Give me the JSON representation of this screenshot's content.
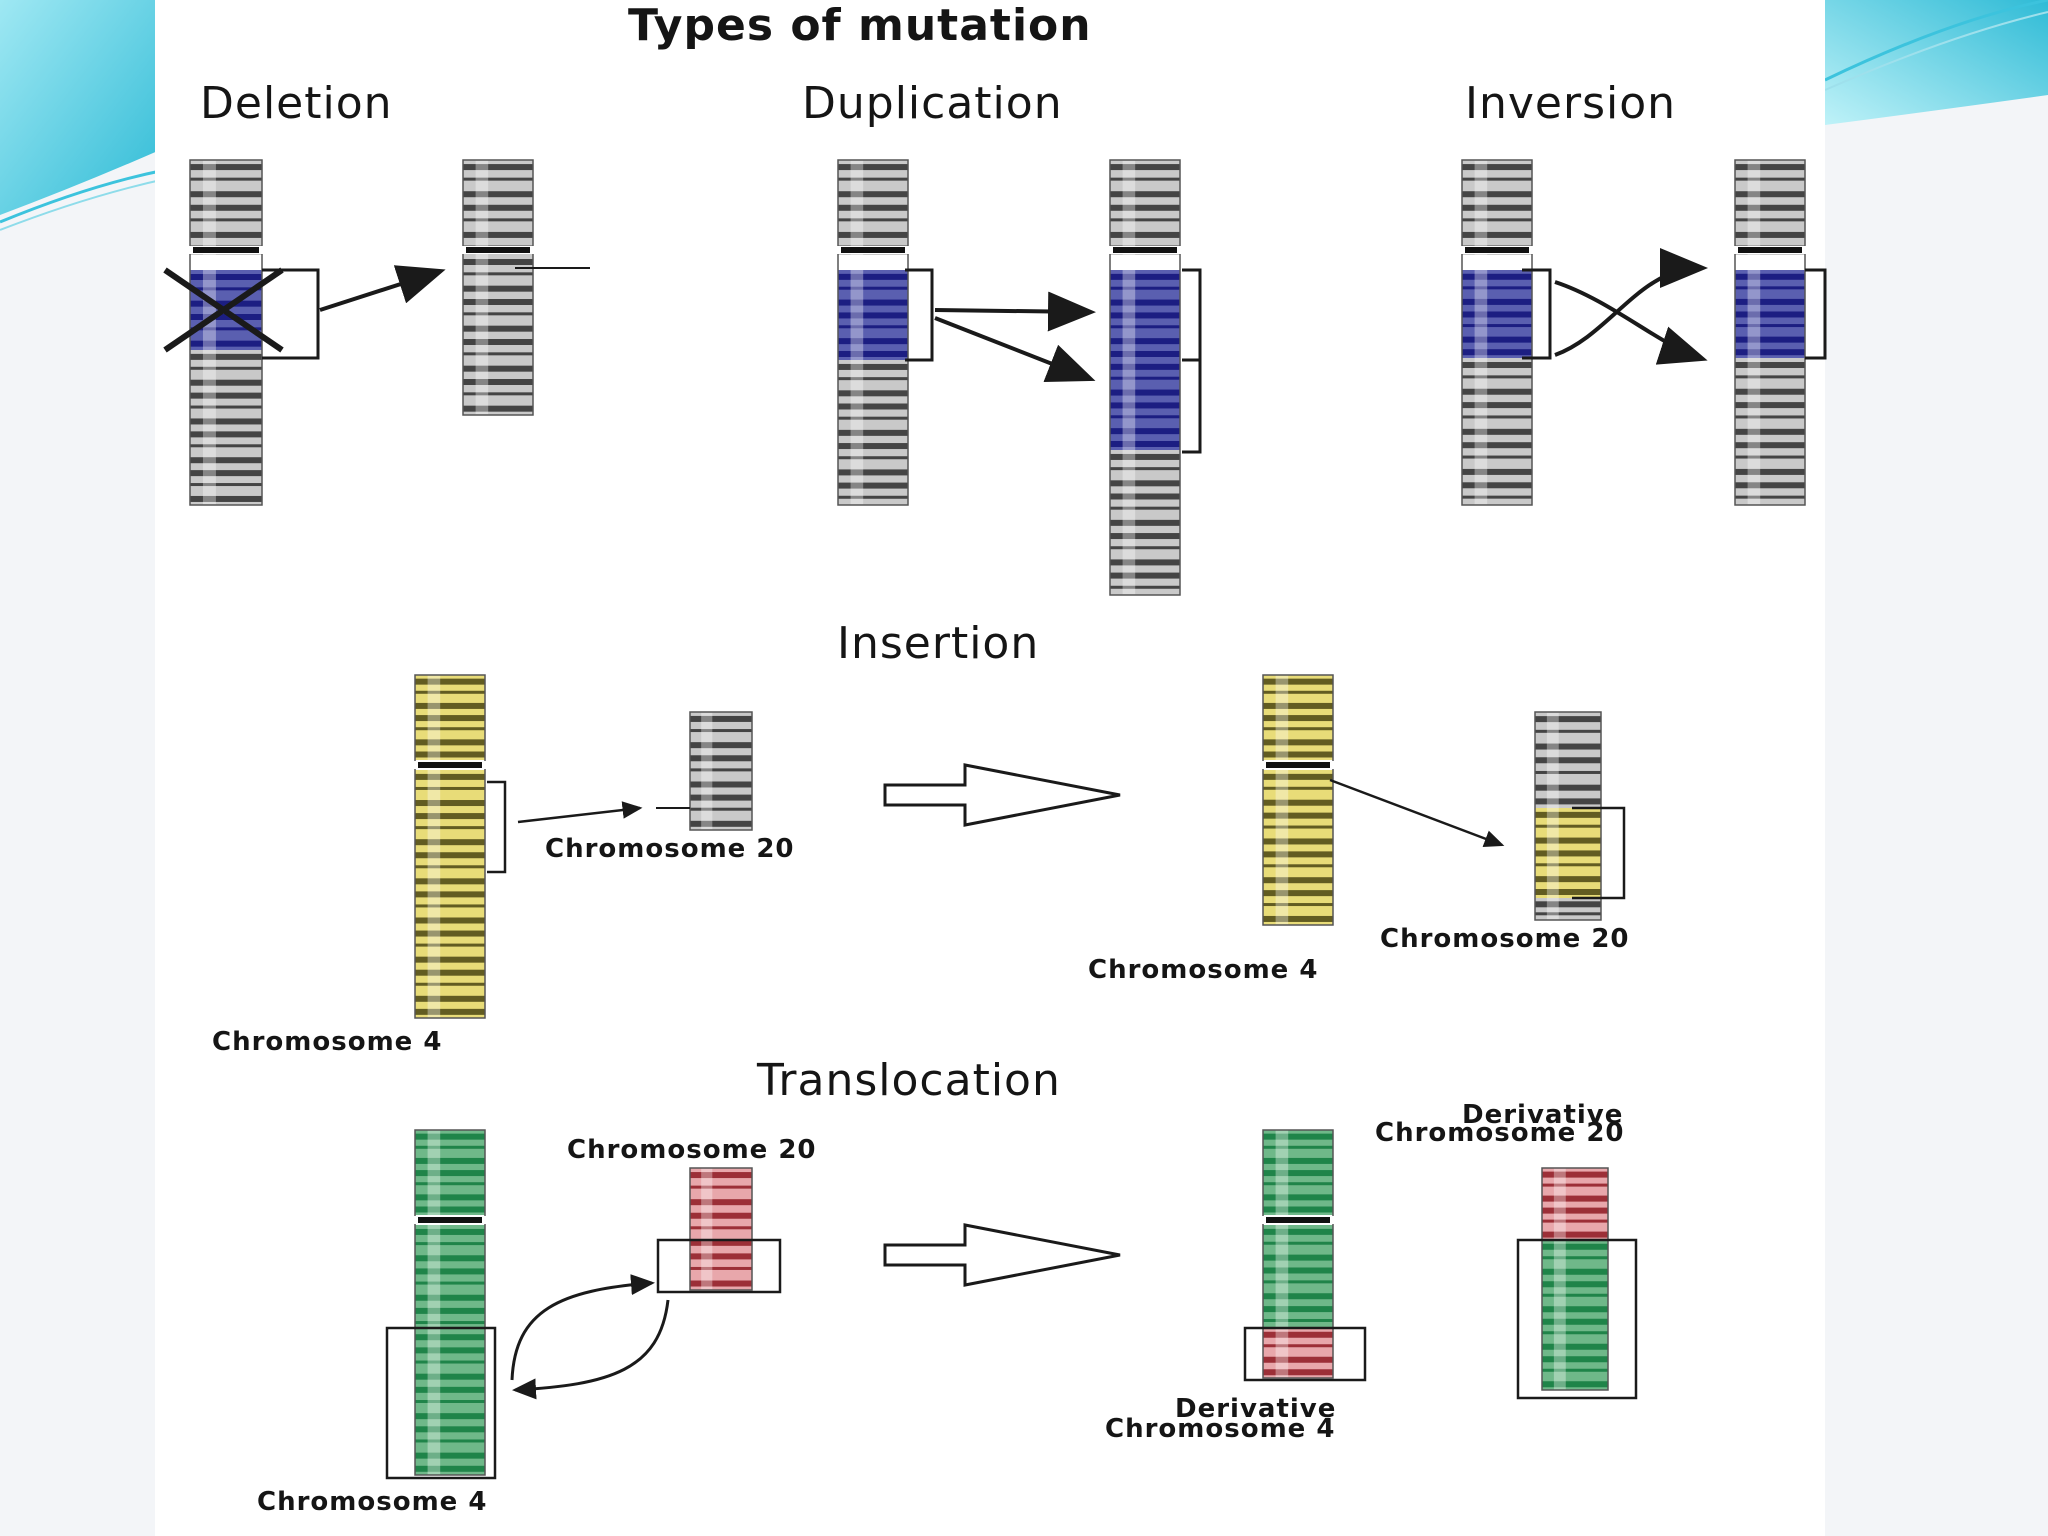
{
  "title": "Types of mutation",
  "sections": {
    "deletion": "Deletion",
    "duplication": "Duplication",
    "inversion": "Inversion",
    "insertion": "Insertion",
    "translocation": "Translocation"
  },
  "labels": {
    "ins_chr20_left": "Chromosome 20",
    "ins_chr4_left": "Chromosome 4",
    "ins_chr20_right": "Chromosome 20",
    "ins_chr4_right": "Chromosome 4",
    "tr_chr20_left": "Chromosome 20",
    "tr_chr4_left": "Chromosome 4",
    "tr_deriv20_line1": "Derivative",
    "tr_deriv20_line2": "Chromosome 20",
    "tr_deriv4_line1": "Derivative",
    "tr_deriv4_line2": "Chromosome 4"
  },
  "colors": {
    "panel_bg": "#ffffff",
    "slide_bg": "#f3f5f8",
    "accent_cyan": "#41c8e0",
    "band_gray": "#2d2d2d",
    "band_blue": "#12137a",
    "band_yellow": "#d9c63a",
    "band_green": "#127a3e",
    "band_red": "#8e1a22"
  }
}
